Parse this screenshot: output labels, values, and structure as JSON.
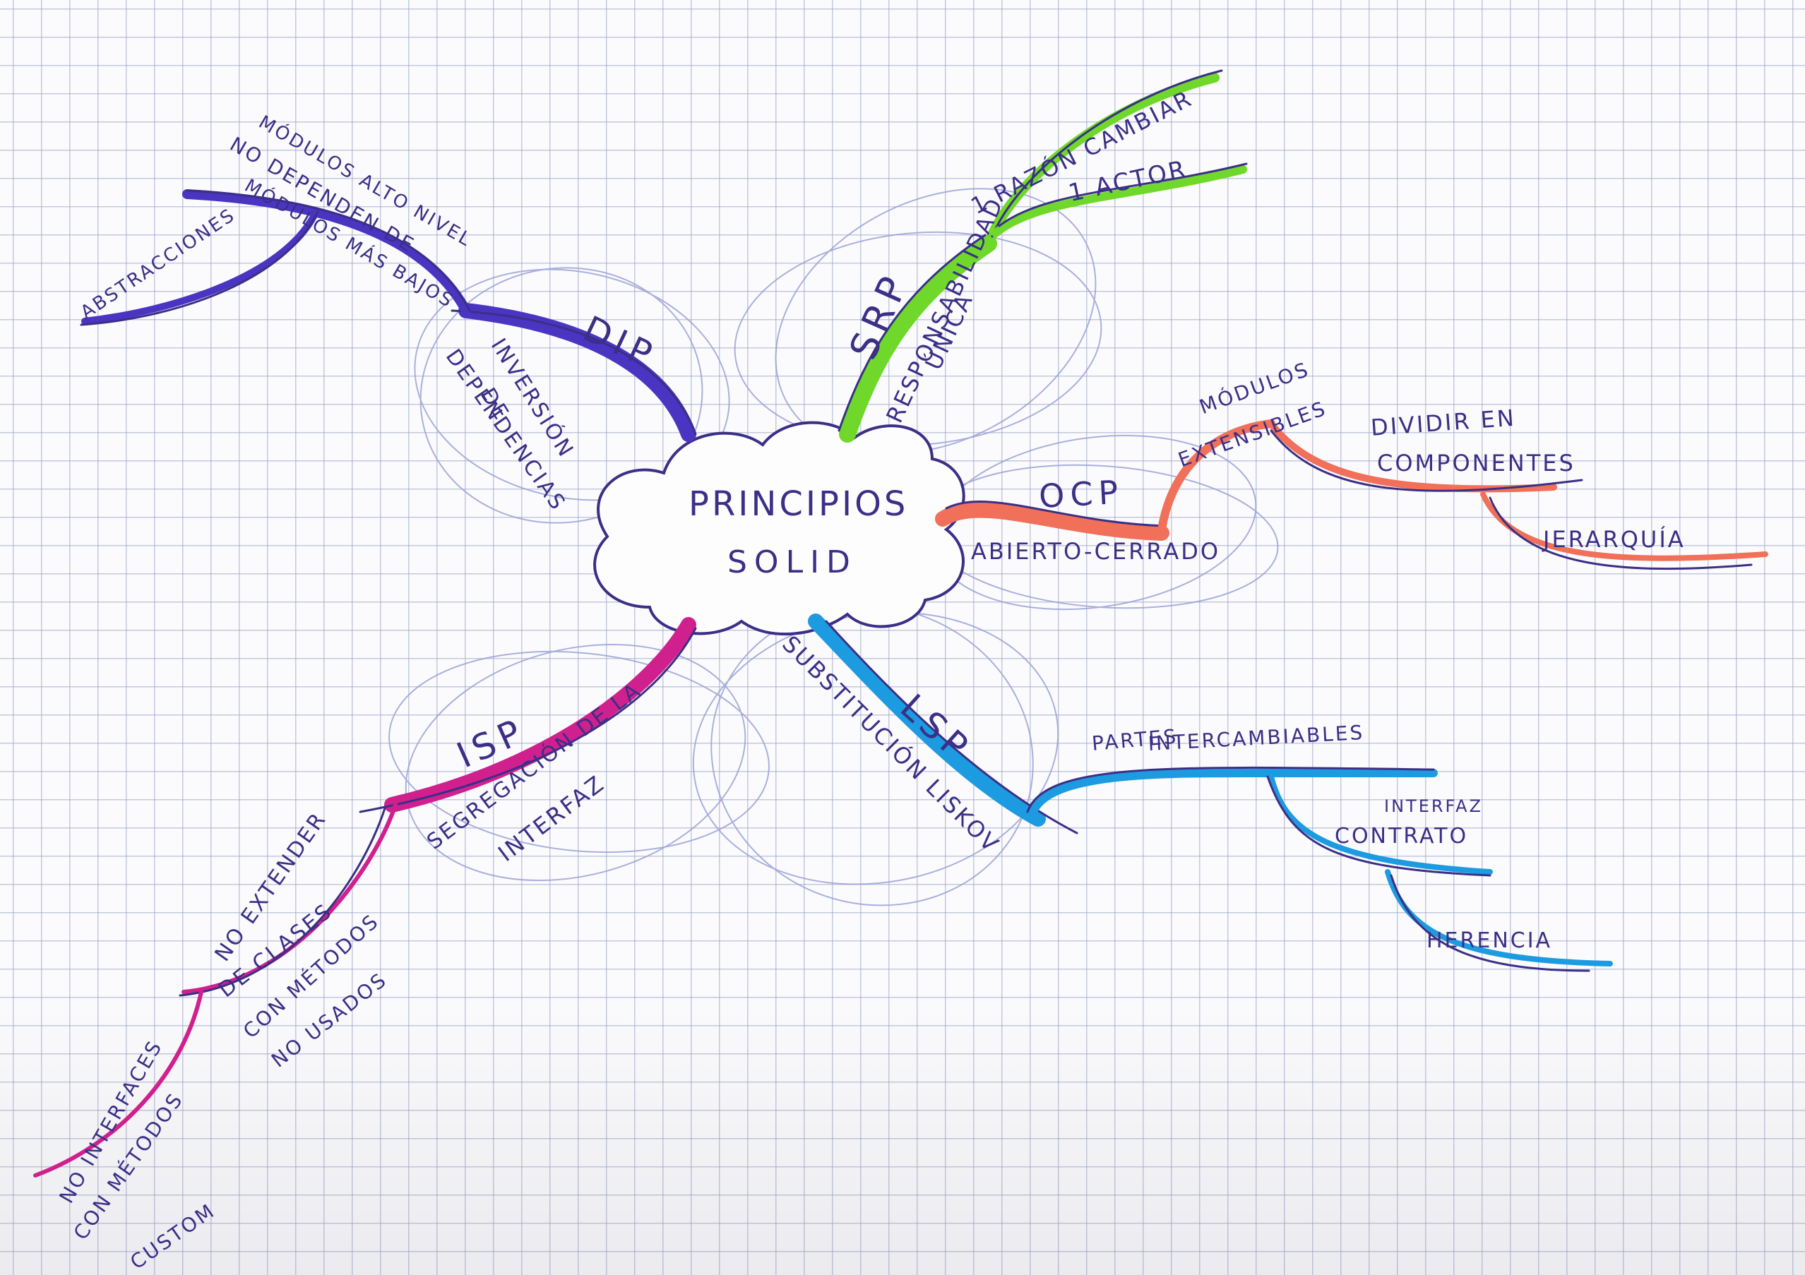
{
  "colors": {
    "ink": "#3b2f86",
    "dip": "#4a35c2",
    "srp": "#6fd82a",
    "ocp": "#f0705a",
    "lsp": "#1d9be0",
    "isp": "#d0208e",
    "circles": "#9aa2d6"
  },
  "center": {
    "line1": "PRINCIPIOS",
    "line2": "SOLID"
  },
  "srp": {
    "acronym": "SRP",
    "name_line1": "RESPONSABILIDAD",
    "name_line2": "ÚNICA",
    "leaf1": "1 RAZÓN CAMBIAR",
    "leaf2": "1 ACTOR"
  },
  "ocp": {
    "acronym": "OCP",
    "name": "ABIERTO-CERRADO",
    "leaf1_line1": "MÓDULOS",
    "leaf1_line2": "EXTENSIBLES",
    "leaf2_line1": "DIVIDIR EN",
    "leaf2_line2": "COMPONENTES",
    "leaf3": "JERARQUÍA"
  },
  "lsp": {
    "acronym": "LSP",
    "name": "SUBSTITUCIÓN LISKOV",
    "leaf1_line1": "PARTES",
    "leaf1_line2": "INTERCAMBIABLES",
    "leaf2_line1": "INTERFAZ",
    "leaf2_line2": "CONTRATO",
    "leaf3": "HERENCIA"
  },
  "isp": {
    "acronym": "ISP",
    "name_line1": "SEGREGACIÓN DE LA",
    "name_line2": "INTERFAZ",
    "leaf1_line1": "NO EXTENDER",
    "leaf1_line2": "DE CLASES",
    "leaf1_line3": "CON MÉTODOS",
    "leaf1_line4": "NO USADOS",
    "leaf2_line1": "NO INTERFACES",
    "leaf2_line2": "CON MÉTODOS",
    "leaf2_line3": "CUSTOM"
  },
  "dip": {
    "acronym": "DIP",
    "name_line1": "INVERSIÓN",
    "name_line2": "DE",
    "name_line3": "DEPENDENCIAS",
    "leaf1_line1": "MÓDULOS ALTO NIVEL",
    "leaf1_line2": "NO DEPENDEN DE",
    "leaf1_line3": "MÓDULOS MÁS BAJOS",
    "leaf2": "ABSTRACCIONES"
  }
}
